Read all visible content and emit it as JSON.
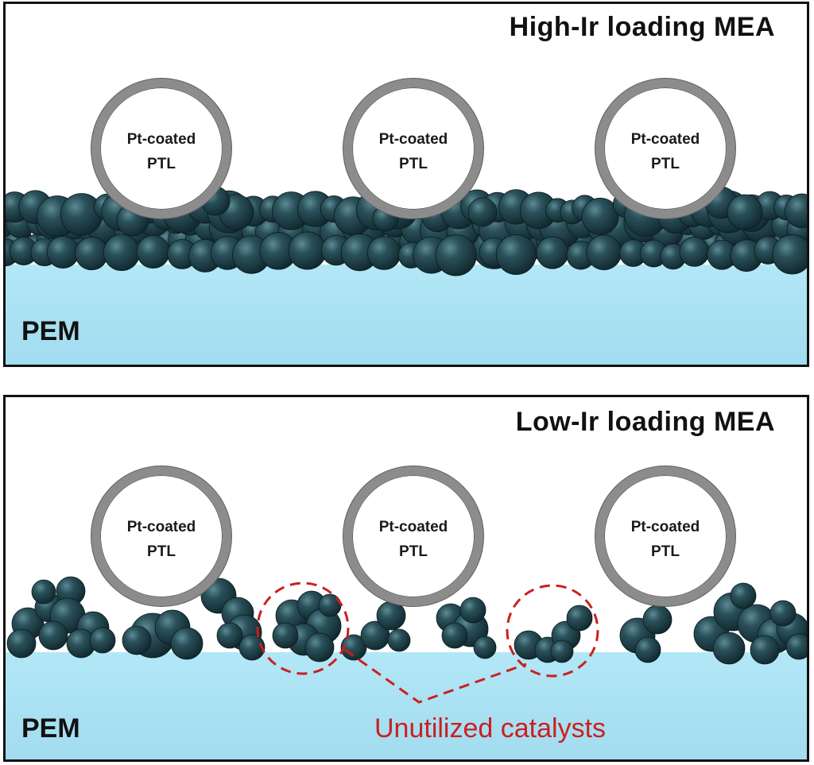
{
  "panels": [
    {
      "title": "High-Ir loading MEA",
      "membrane_label": "PEM",
      "particle_trunc": 5000,
      "ptl": [
        {
          "line1": "Pt-coated",
          "line2": "PTL"
        },
        {
          "line1": "Pt-coated",
          "line2": "PTL"
        },
        {
          "line1": "Pt-coated",
          "line2": "PTL"
        }
      ]
    },
    {
      "title": "Low-Ir loading MEA",
      "membrane_label": "PEM",
      "callout": "Unutilized catalysts",
      "particle_trunc": 5000,
      "ptl": [
        {
          "line1": "Pt-coated",
          "line2": "PTL"
        },
        {
          "line1": "Pt-coated",
          "line2": "PTL"
        },
        {
          "line1": "Pt-coated",
          "line2": "PTL"
        }
      ]
    }
  ],
  "colors": {
    "membrane": "#a8e2f4",
    "catalyst": "#1c3b44",
    "ptl_ring": "#8c8c8c",
    "callout": "#cc1f1f",
    "frame": "#111111"
  }
}
